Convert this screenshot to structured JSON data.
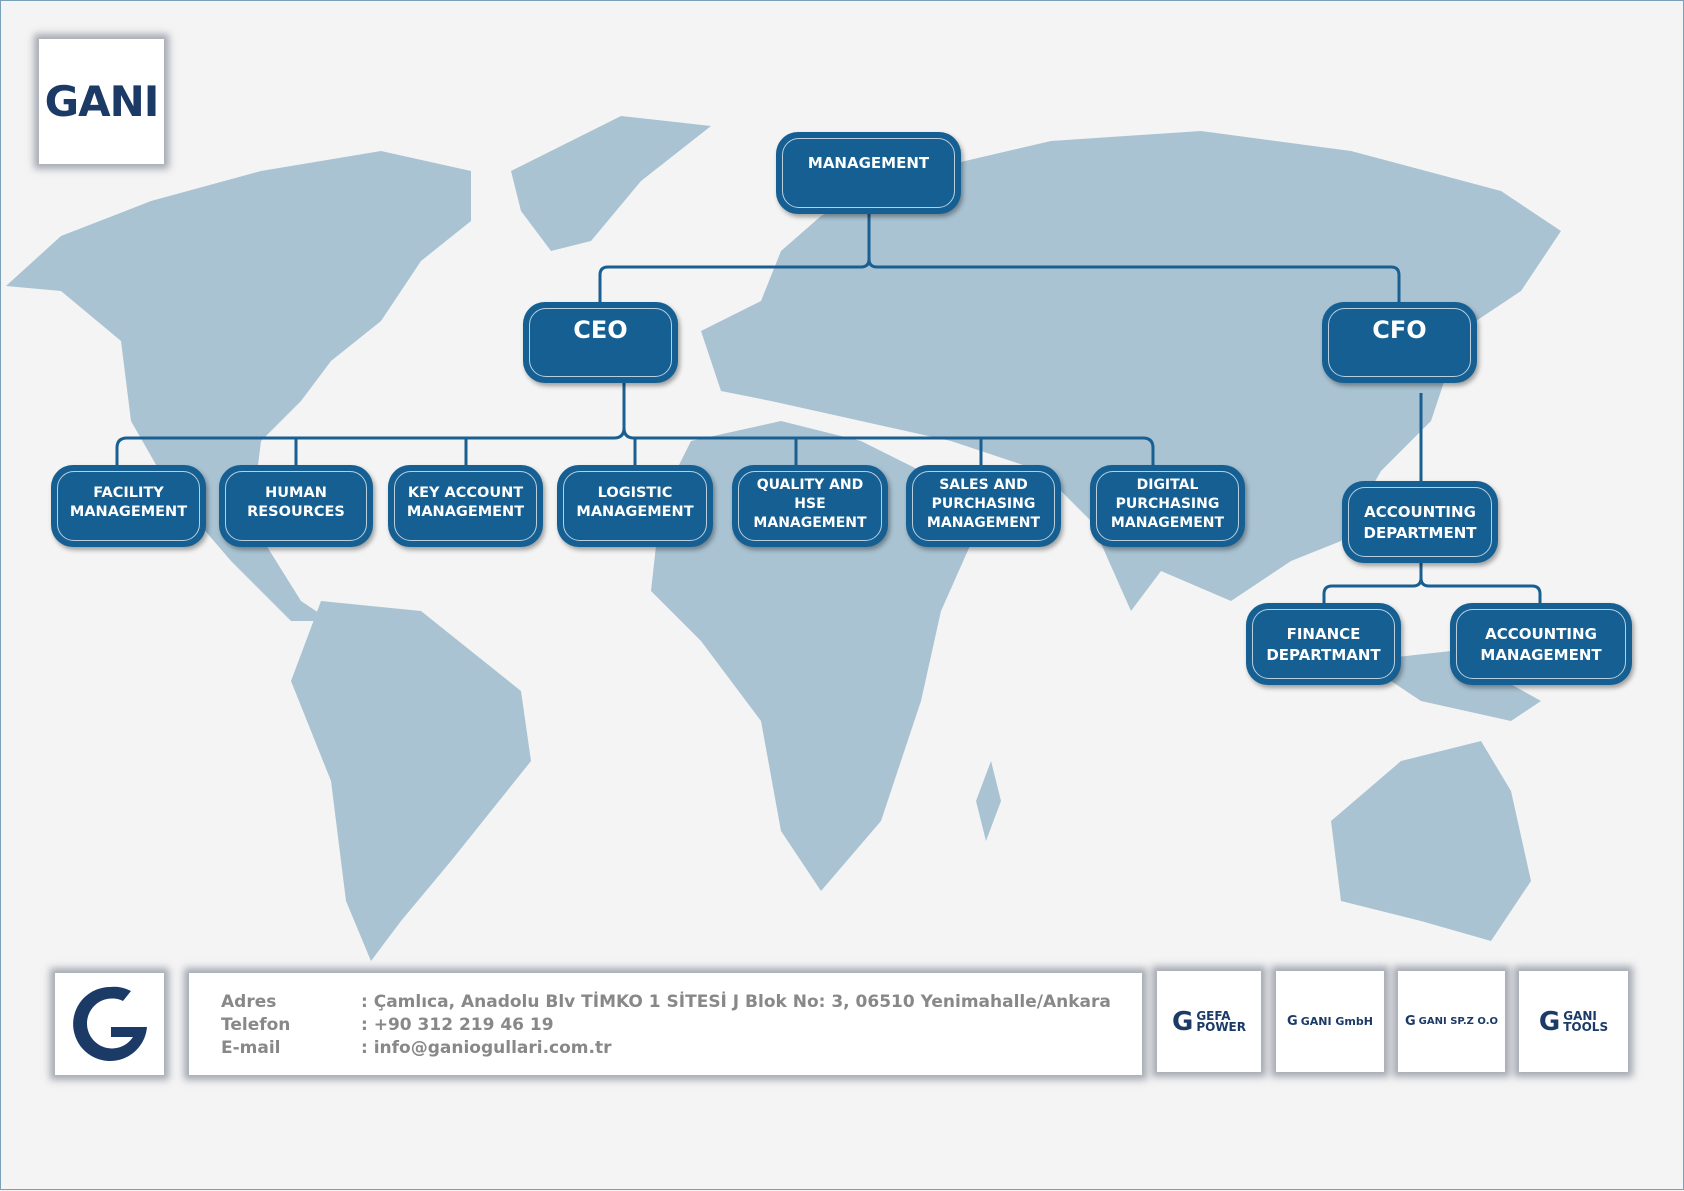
{
  "logo": {
    "text": "GANI"
  },
  "org": {
    "management": "MANAGEMENT",
    "ceo": "CEO",
    "cfo": "CFO",
    "ceo_units": [
      "FACILITY\nMANAGEMENT",
      "HUMAN\nRESOURCES",
      "KEY ACCOUNT\nMANAGEMENT",
      "LOGISTIC\nMANAGEMENT",
      "QUALITY AND\nHSE\nMANAGEMENT",
      "SALES AND\nPURCHASING\nMANAGEMENT",
      "DIGITAL\nPURCHASING\nMANAGEMENT"
    ],
    "accounting_department": "ACCOUNTING\nDEPARTMENT",
    "finance": "FINANCE\nDEPARTMANT",
    "accounting_management": "ACCOUNTING\nMANAGEMENT"
  },
  "contact": {
    "address_label": "Adres",
    "address": ": Çamlıca, Anadolu Blv TİMKO 1 SİTESİ J Blok No: 3, 06510 Yenimahalle/Ankara",
    "phone_label": "Telefon",
    "phone": ":  +90 312 219 46 19",
    "email_label": "E-mail",
    "email": ": info@ganiogullari.com.tr"
  },
  "subsidiaries": [
    "GEFA\nPOWER",
    "GANI GmbH",
    "GANI SP.Z O.O",
    "GANI\nTOOLS"
  ],
  "colors": {
    "box": "#155f92",
    "map": "#a9c3d3",
    "line": "#1a5f91"
  }
}
